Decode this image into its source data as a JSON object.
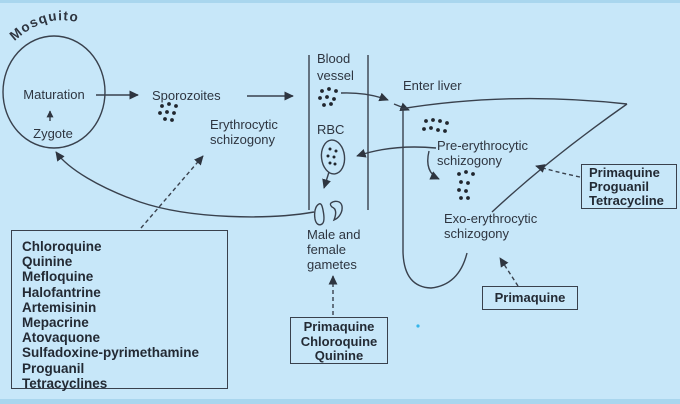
{
  "colors": {
    "background": "#c7e7f9",
    "ink": "#2e3540",
    "line": "#39414d",
    "dots": "#20262e",
    "artifact_dot": "#35b5ea"
  },
  "labels": {
    "mosquito": "Mosquito",
    "maturation": "Maturation",
    "zygote": "Zygote",
    "sporozoites": "Sporozoites",
    "blood_vessel": "Blood\nvessel",
    "enter_liver": "Enter liver",
    "rbc": "RBC",
    "erythrocytic_schizogony": "Erythrocytic\nschizogony",
    "pre_erythrocytic_schizogony": "Pre-erythrocytic\nschizogony",
    "exo_erythrocytic_schizogony": "Exo-erythrocytic\nschizogony",
    "male_female_gametes": "Male and\nfemale\ngametes"
  },
  "drug_boxes": {
    "main_drug_list": {
      "drugs": [
        "Chloroquine",
        "Quinine",
        "Mefloquine",
        "Halofantrine",
        "Artemisinin",
        "Mepacrine",
        "Atovaquone",
        "Sulfadoxine-pyrimethamine",
        "Proguanil",
        "Tetracyclines"
      ]
    },
    "gamete_drugs": {
      "drugs": [
        "Primaquine",
        "Chloroquine",
        "Quinine"
      ]
    },
    "exo_drugs": {
      "drugs": [
        "Primaquine"
      ]
    },
    "pre_drugs": {
      "drugs": [
        "Primaquine",
        "Proguanil",
        "Tetracycline"
      ]
    }
  }
}
